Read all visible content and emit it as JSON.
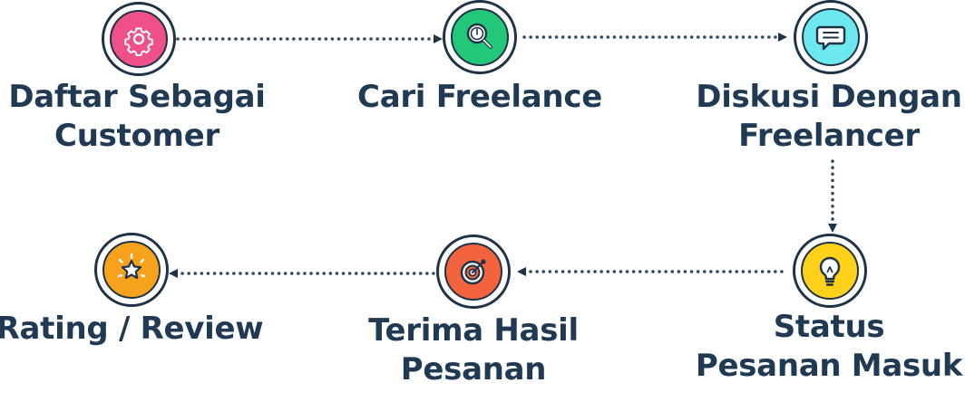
{
  "colors": {
    "dark": "#1f3347",
    "text": "#1f3a52",
    "dots": "#34495e"
  },
  "steps": [
    {
      "line1": "Daftar Sebagai",
      "line2": "Customer",
      "icon": "gear-icon",
      "color": "#f0508a"
    },
    {
      "line1": "Cari Freelance",
      "line2": "",
      "icon": "magnifier-icon",
      "color": "#22c77a"
    },
    {
      "line1": "Diskusi Dengan",
      "line2": "Freelancer",
      "icon": "chat-bubble-icon",
      "color": "#6ee8ef"
    },
    {
      "line1": "Status",
      "line2": "Pesanan Masuk",
      "icon": "lightbulb-icon",
      "color": "#ffd11a"
    },
    {
      "line1": "Terima Hasil",
      "line2": "Pesanan",
      "icon": "target-icon",
      "color": "#f3643e"
    },
    {
      "line1": "Rating / Review",
      "line2": "",
      "icon": "star-icon",
      "color": "#f7a21c"
    }
  ]
}
